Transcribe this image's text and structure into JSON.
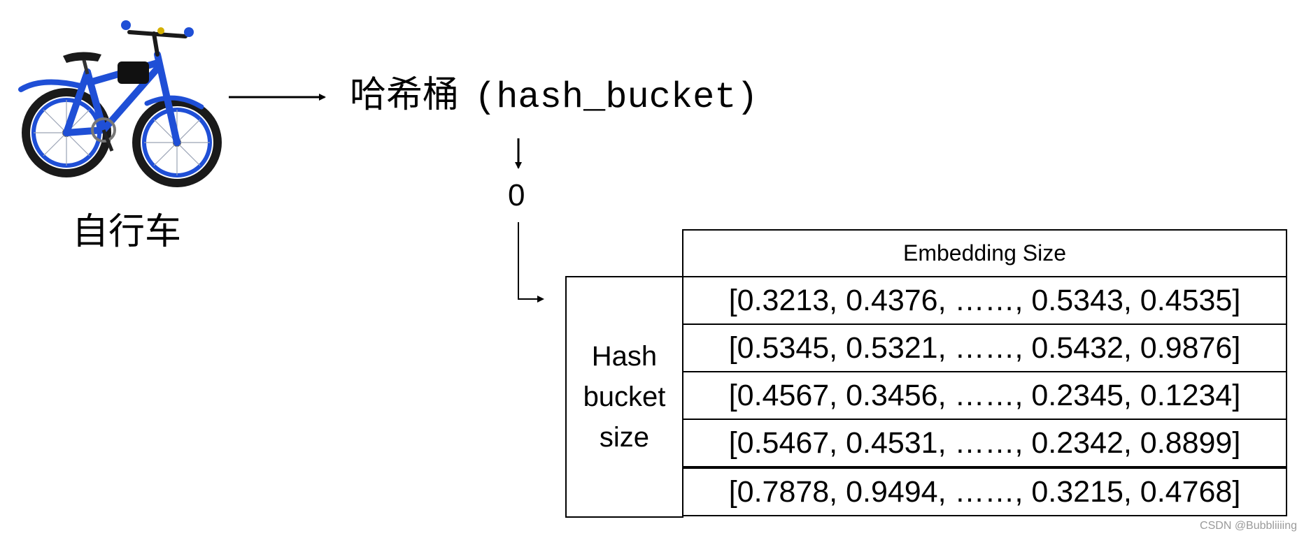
{
  "object": {
    "label": "自行车",
    "image": "bicycle",
    "colors": {
      "frame": "#1f4fd6",
      "tire": "#1a1a1a",
      "rim": "#1f4fd6"
    }
  },
  "hash": {
    "label_cjk": "哈希桶",
    "label_code": "(hash_bucket)"
  },
  "bucket_index": "0",
  "table": {
    "header": "Embedding Size",
    "side_label_lines": [
      "Hash",
      "bucket",
      "size"
    ],
    "rows": [
      "[0.3213, 0.4376, ……, 0.5343, 0.4535]",
      "[0.5345, 0.5321, ……, 0.5432, 0.9876]",
      "[0.4567, 0.3456, ……, 0.2345, 0.1234]",
      "[0.5467, 0.4531, ……, 0.2342, 0.8899]",
      "[0.7878, 0.9494, ……, 0.3215, 0.4768]"
    ]
  },
  "watermark": "CSDN @Bubbliiiing"
}
